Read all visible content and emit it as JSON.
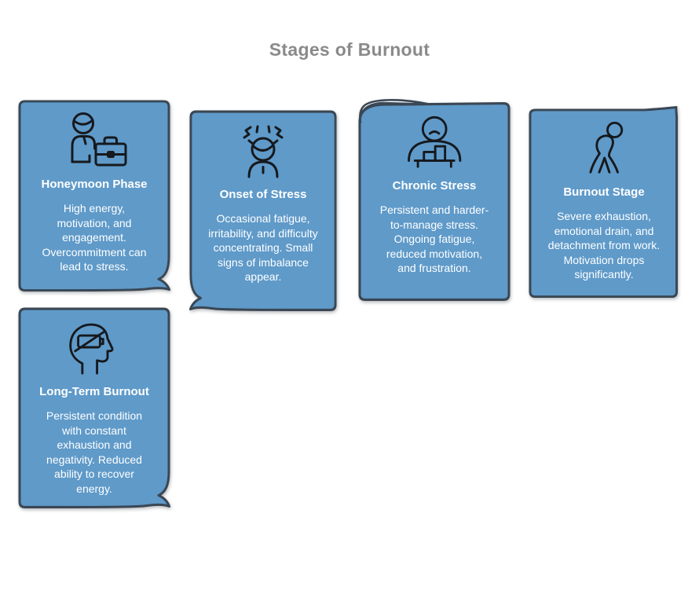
{
  "page": {
    "title": "Stages of Burnout"
  },
  "colors": {
    "card_fill": "#5f9ac9",
    "card_border": "#3a4754",
    "icon_stroke": "#16191d",
    "page_title_color": "#8a8a8a",
    "card_text_color": "#ffffff",
    "background": "#ffffff"
  },
  "cards": [
    {
      "title": "Honeymoon Phase",
      "description": "High energy, motivation, and engagement. Overcommitment can lead to stress.",
      "icon": "person-briefcase-icon",
      "fold_corner": "bottom-right"
    },
    {
      "title": "Onset of Stress",
      "description": "Occasional fatigue, irritability, and difficulty concentrating. Small signs of imbalance appear.",
      "icon": "stressed-person-icon",
      "fold_corner": "bottom-left"
    },
    {
      "title": "Chronic Stress",
      "description": "Persistent and harder-to-manage stress. Ongoing fatigue, reduced motivation, and frustration.",
      "icon": "person-at-desk-icon",
      "fold_corner": "top-left"
    },
    {
      "title": "Burnout Stage",
      "description": "Severe exhaustion, emotional drain, and detachment from work. Motivation drops significantly.",
      "icon": "slumped-person-icon",
      "fold_corner": "top-right"
    },
    {
      "title": "Long-Term Burnout",
      "description": "Persistent condition with constant exhaustion and negativity. Reduced ability to recover energy.",
      "icon": "drained-battery-head-icon",
      "fold_corner": "bottom-right"
    }
  ]
}
